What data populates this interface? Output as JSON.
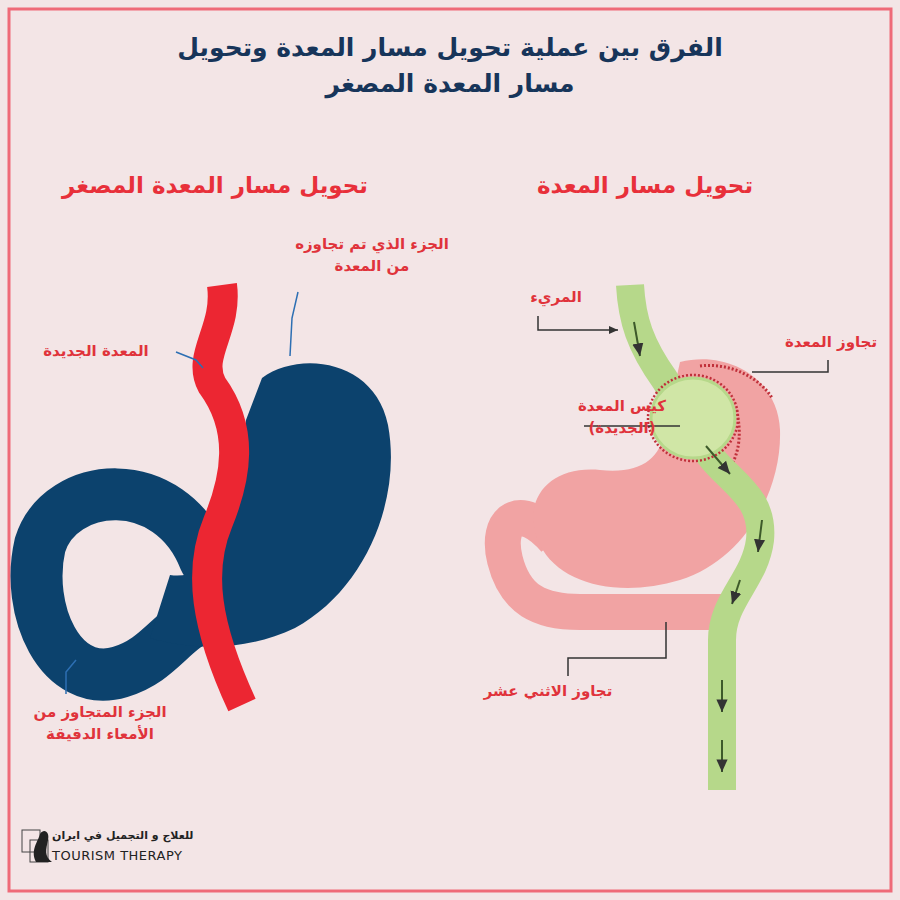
{
  "diagram": {
    "title": "الفرق بين عملية تحويل مسار المعدة وتحويل مسار المعدة المصغر",
    "labels": [
      "تحويل مسار المعدة المصغر",
      "تحويل مسار المعدة",
      "الجزء الذي تم تجاوزه من المعدة",
      "المعدة الجديدة",
      "الجزء المتجاوز من الأمعاء الدقيقة",
      "المريء",
      "تجاوز المعدة",
      "كيس المعدة (الجديدة)",
      "تجاوز الاثني عشر",
      "للعلاج و التجميل في ايران",
      "TOURISM THERAPY"
    ]
  }
}
